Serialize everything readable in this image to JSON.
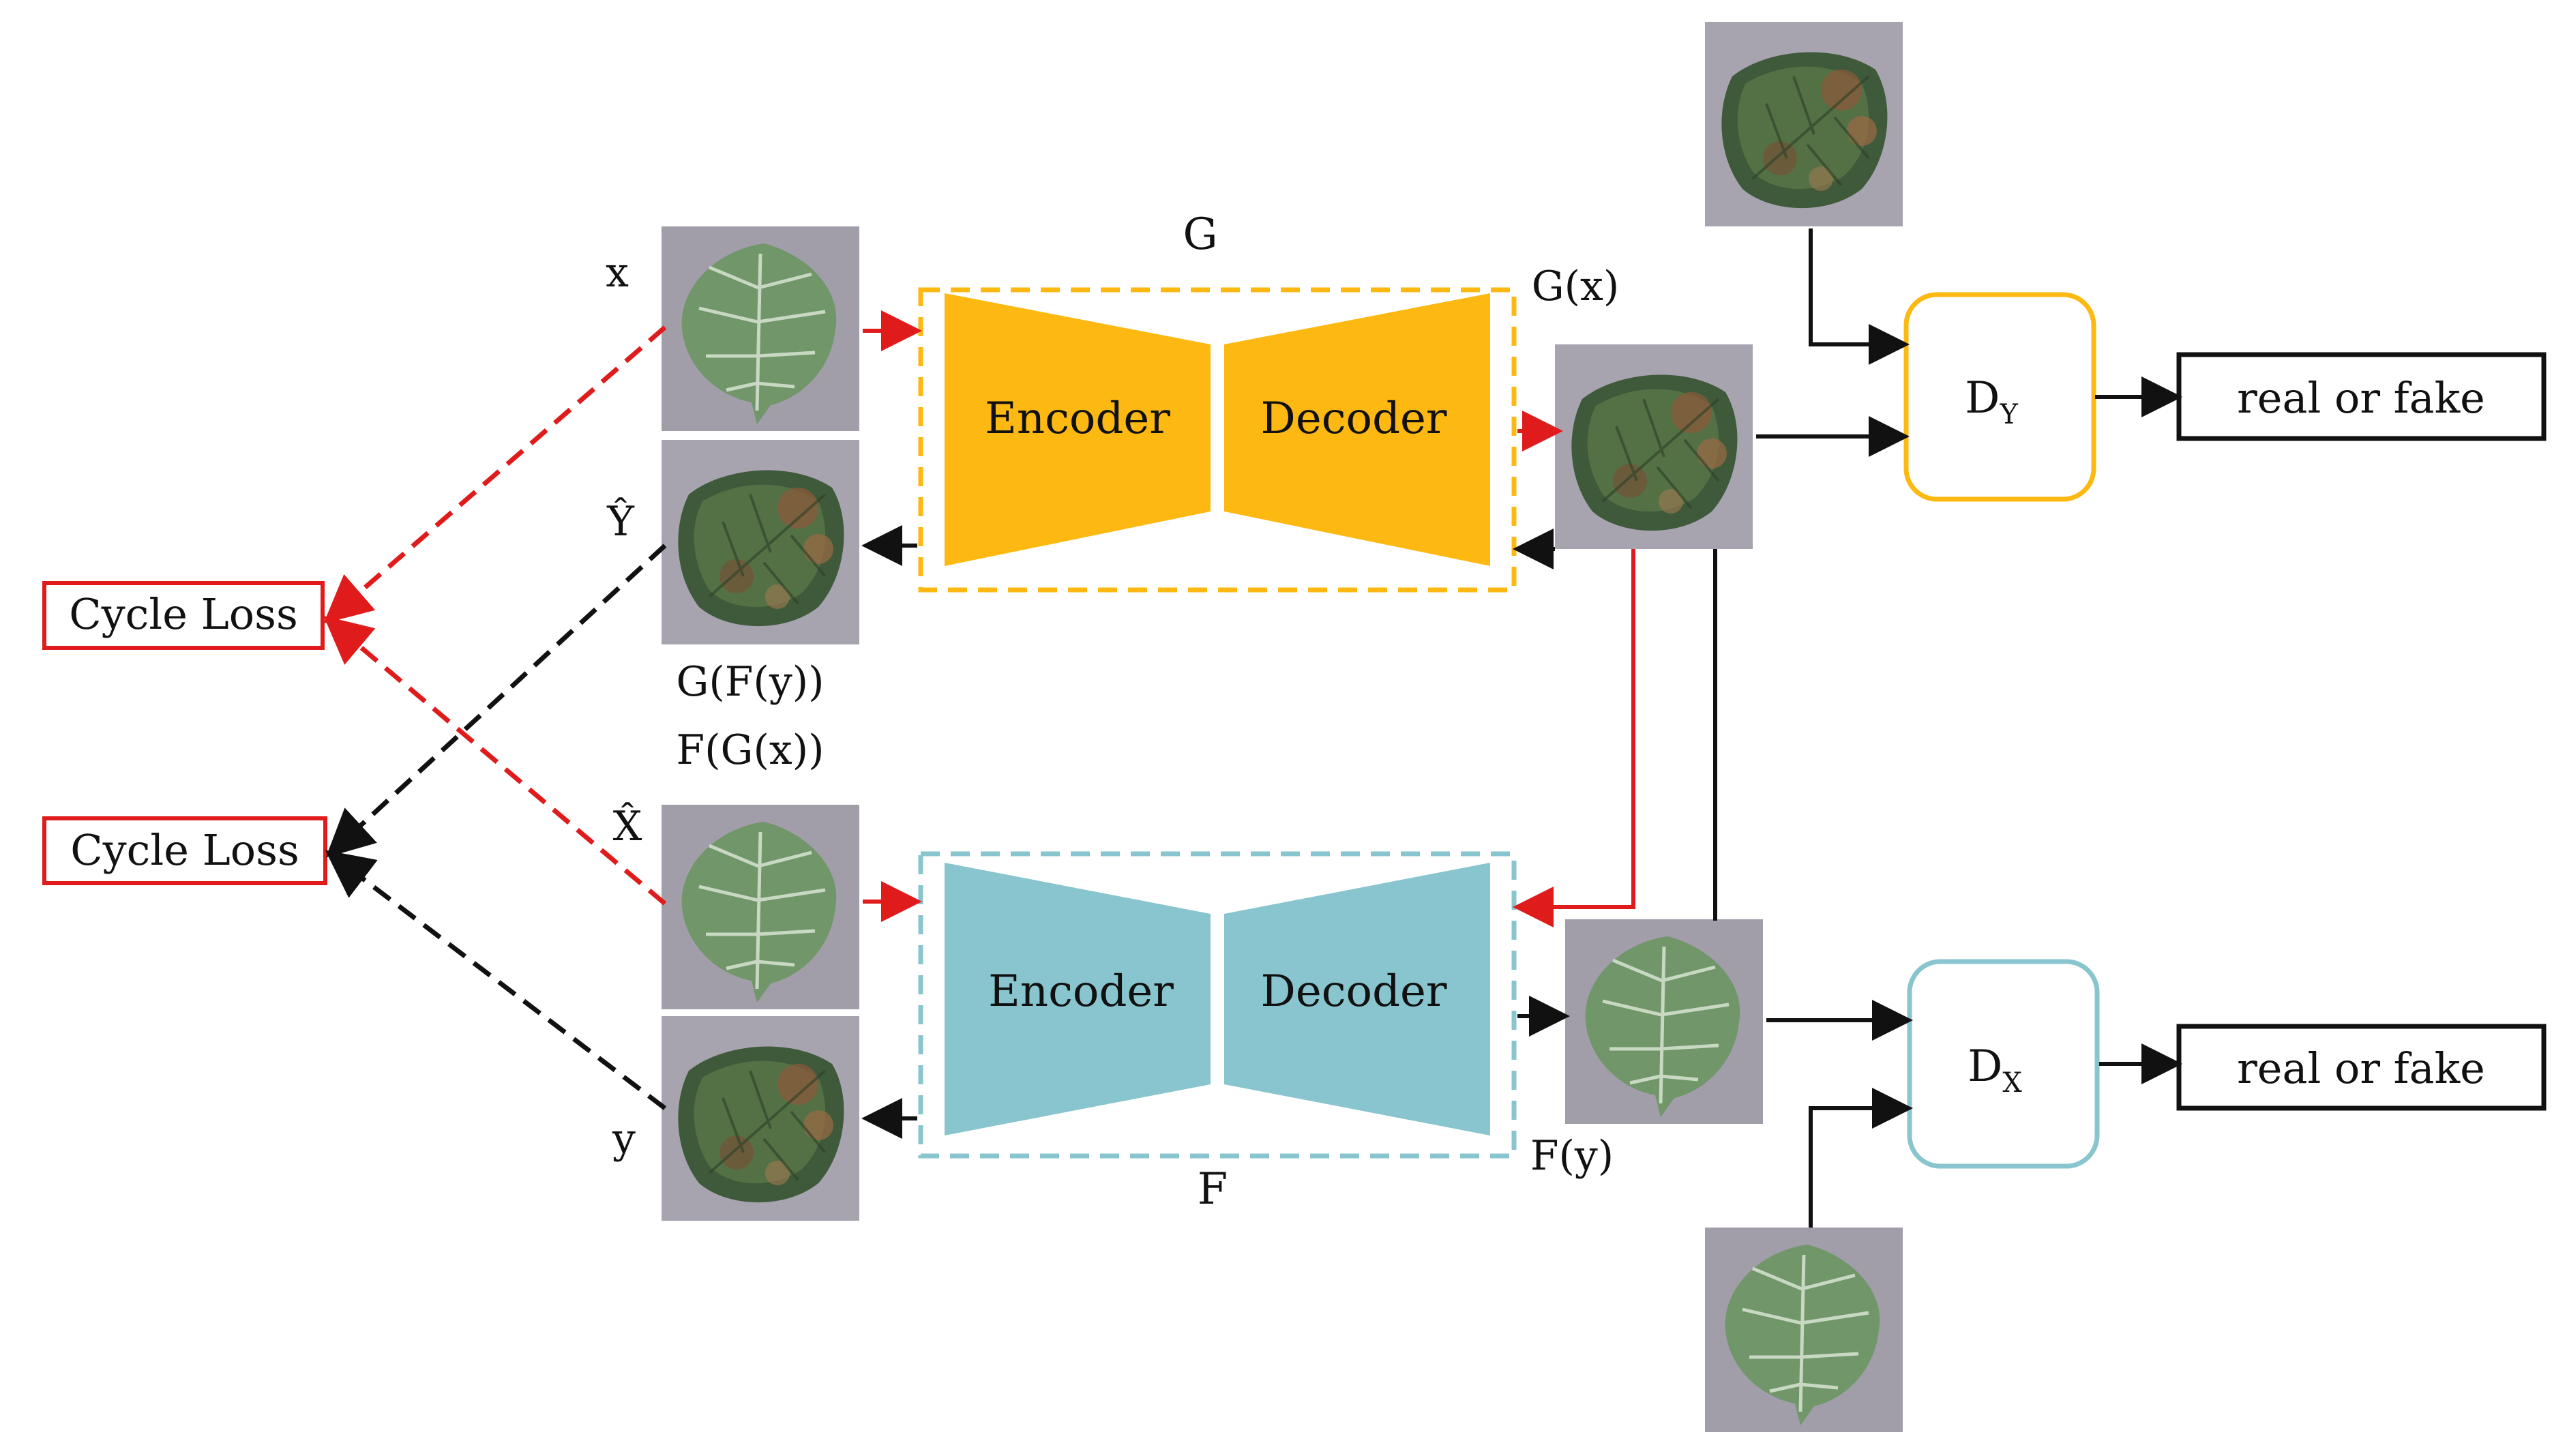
{
  "labels": {
    "x": "x",
    "y": "y",
    "y_hat": "Ŷ",
    "x_hat": "X̂",
    "G": "G",
    "F": "F",
    "Gx": "G(x)",
    "Fy": "F(y)",
    "GFy": "G(F(y))",
    "FGx": "F(G(x))"
  },
  "generators": {
    "G": {
      "encoder": "Encoder",
      "decoder": "Decoder"
    },
    "F": {
      "encoder": "Encoder",
      "decoder": "Decoder"
    }
  },
  "discriminators": {
    "DY": {
      "base": "D",
      "sub": "Y"
    },
    "DX": {
      "base": "D",
      "sub": "X"
    }
  },
  "outputs": {
    "top": "real or fake",
    "bottom": "real or fake"
  },
  "losses": {
    "top": "Cycle Loss",
    "bottom": "Cycle Loss"
  },
  "colors": {
    "yellow": "#FDB912",
    "teal": "#88C5CE",
    "red": "#E01B1B",
    "black": "#111111",
    "leaf_healthy": "#4c7a46",
    "leaf_diseased": "#4e5d3b",
    "photo_bg": "#a7a4b0"
  },
  "icons": {
    "leaf_images": [
      "leaf-healthy-icon",
      "leaf-diseased-icon"
    ]
  }
}
